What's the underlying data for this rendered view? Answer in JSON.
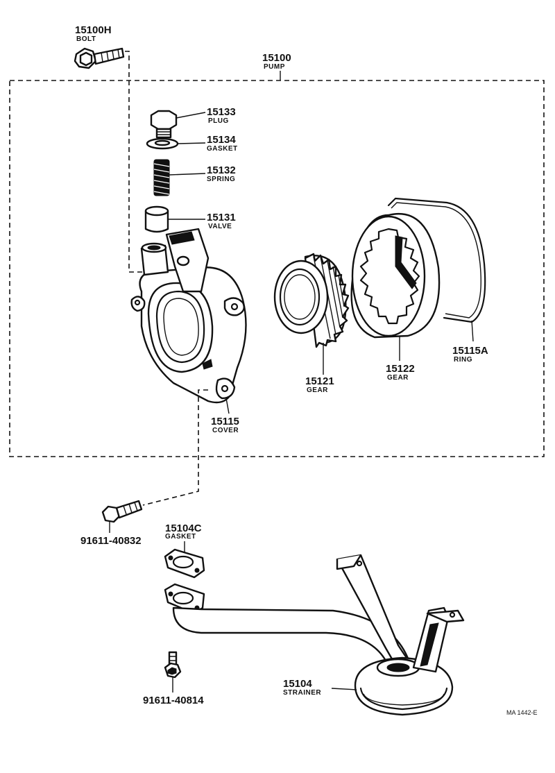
{
  "parts": {
    "bolt_top": {
      "number": "15100H",
      "name": "BOLT"
    },
    "pump": {
      "number": "15100",
      "name": "PUMP"
    },
    "plug": {
      "number": "15133",
      "name": "PLUG"
    },
    "gasket_plug": {
      "number": "15134",
      "name": "GASKET"
    },
    "spring": {
      "number": "15132",
      "name": "SPRING"
    },
    "valve": {
      "number": "15131",
      "name": "VALVE"
    },
    "ring": {
      "number": "15115A",
      "name": "RING"
    },
    "gear_drive": {
      "number": "15121",
      "name": "GEAR"
    },
    "gear_driven": {
      "number": "15122",
      "name": "GEAR"
    },
    "cover": {
      "number": "15115",
      "name": "COVER"
    },
    "bolt_mid": {
      "number": "91611-40832"
    },
    "gasket_strainer": {
      "number": "15104C",
      "name": "GASKET"
    },
    "strainer": {
      "number": "15104",
      "name": "STRAINER"
    },
    "bolt_bottom": {
      "number": "91611-40814"
    }
  },
  "drawing_code": "MA 1442-E"
}
